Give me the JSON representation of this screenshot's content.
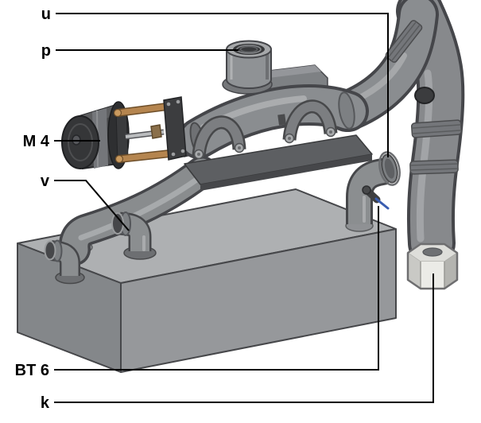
{
  "figure": {
    "labels": {
      "u": "u",
      "p": "p",
      "m4": "M 4",
      "v": "v",
      "bt6": "BT 6",
      "k": "k"
    },
    "colors": {
      "background": "#ffffff",
      "leader_line": "#000000",
      "label_text": "#000000",
      "metal_light": "#aeb0b2",
      "metal_mid": "#8b8e90",
      "metal_dark": "#6f7173",
      "outline": "#46474a",
      "motor_body": "#47484a",
      "copper_rod": "#b5854f",
      "union_nut": "#ebebe7",
      "sensor_pin_blue": "#3a5db0"
    }
  }
}
